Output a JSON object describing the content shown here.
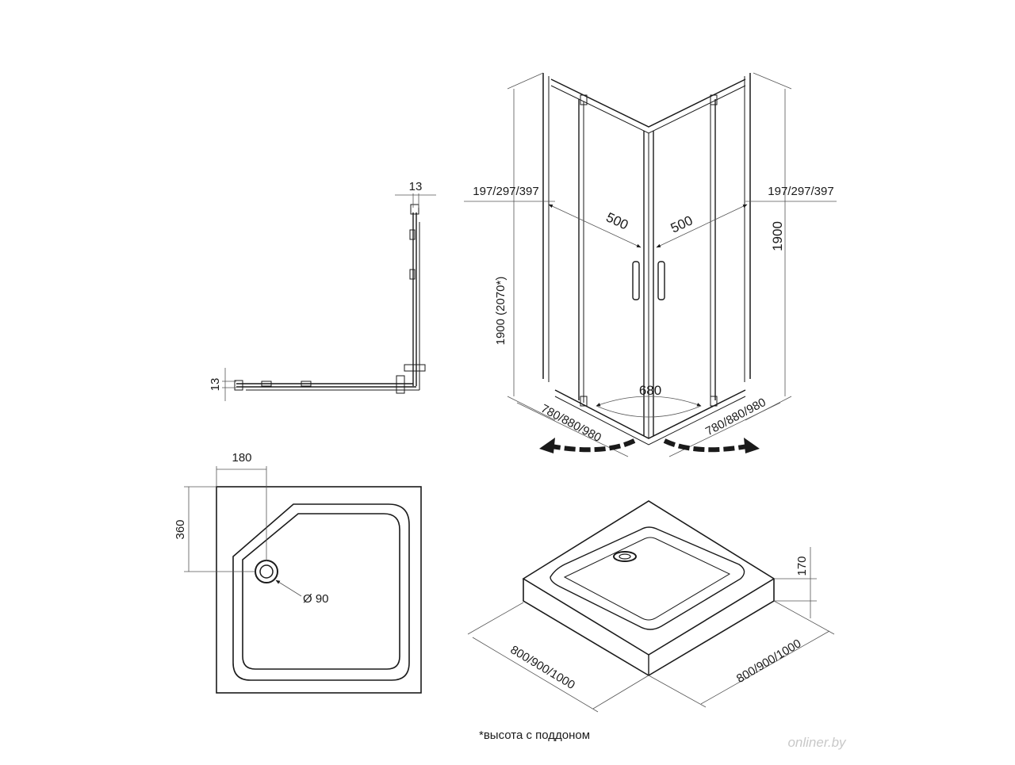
{
  "profile_view": {
    "dim_top": "13",
    "dim_left": "13"
  },
  "enclosure_view": {
    "dim_panel_left": "197/297/397",
    "dim_panel_right": "197/297/397",
    "dim_door_left": "500",
    "dim_door_right": "500",
    "dim_height_left": "1900 (2070*)",
    "dim_height_right": "1900",
    "dim_entry": "680",
    "dim_side_left": "780/880/980",
    "dim_side_right": "780/880/980"
  },
  "tray_plan": {
    "dim_offset_x": "180",
    "dim_offset_y": "360",
    "dim_drain": "Ø 90"
  },
  "tray_iso": {
    "dim_height": "170",
    "dim_width_left": "800/900/1000",
    "dim_width_right": "800/900/1000"
  },
  "footnote": "*высота с поддоном",
  "watermark": "onliner.by"
}
